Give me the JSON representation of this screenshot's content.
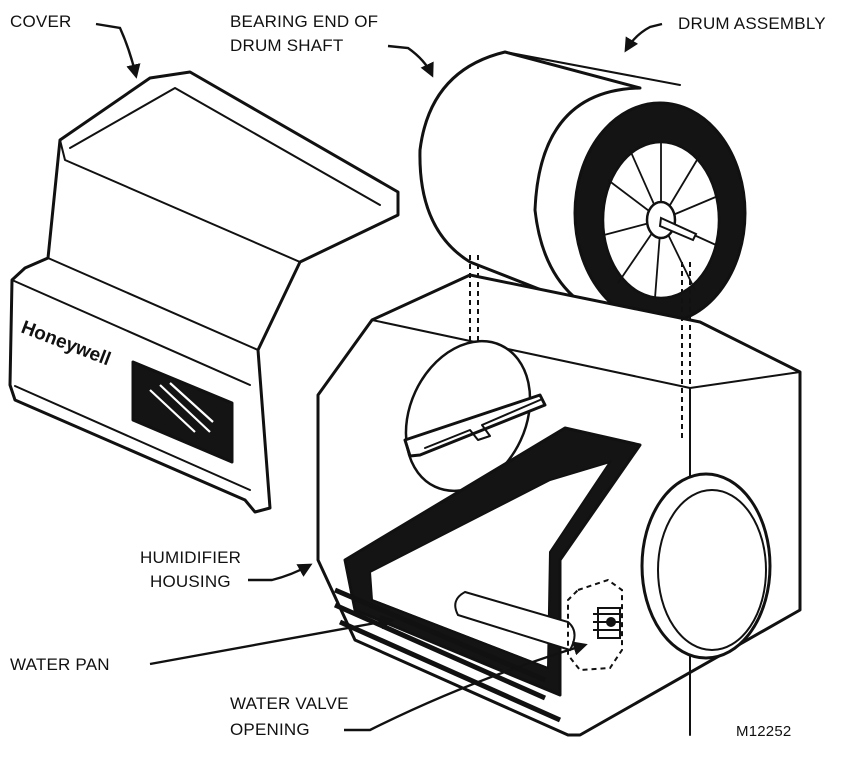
{
  "labels": {
    "cover": "COVER",
    "bearing_line1": "BEARING END OF",
    "bearing_line2": "DRUM SHAFT",
    "drum_assembly": "DRUM ASSEMBLY",
    "housing_line1": "HUMIDIFIER",
    "housing_line2": "HOUSING",
    "water_pan": "WATER PAN",
    "valve_line1": "WATER VALVE",
    "valve_line2": "OPENING",
    "figure_code": "M12252"
  },
  "cover": {
    "brand": "Honeywell"
  },
  "colors": {
    "ink": "#111111",
    "paper": "#ffffff"
  }
}
